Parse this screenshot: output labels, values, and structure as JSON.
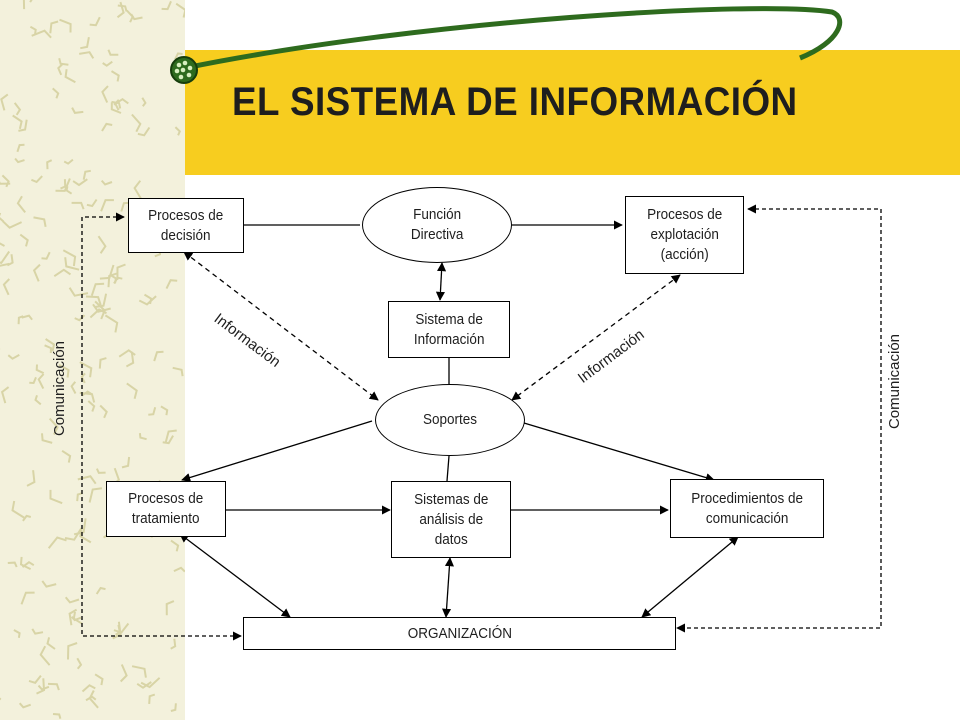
{
  "title": "EL SISTEMA DE INFORMACIÓN",
  "colors": {
    "title_bar": "#f7cd1f",
    "swoosh": "#2e6b1e",
    "left_band": "#f3f1dc"
  },
  "nodes": {
    "funcion_directiva": "Función\nDirectiva",
    "procesos_decision": "Procesos de\ndecisión",
    "procesos_explotacion": "Procesos de\nexplotación\n(acción)",
    "sistema_informacion": "Sistema de\nInformación",
    "soportes": "Soportes",
    "procesos_tratamiento": "Procesos de\ntratamiento",
    "sistemas_analisis": "Sistemas de\nanálisis de\ndatos",
    "procedimientos_comunicacion": "Procedimientos de\ncomunicación",
    "organizacion": "ORGANIZACIÓN"
  },
  "edge_labels": {
    "informacion_left": "Información",
    "informacion_right": "Información",
    "comunicacion_left": "Comunicación",
    "comunicacion_right": "Comunicación"
  }
}
